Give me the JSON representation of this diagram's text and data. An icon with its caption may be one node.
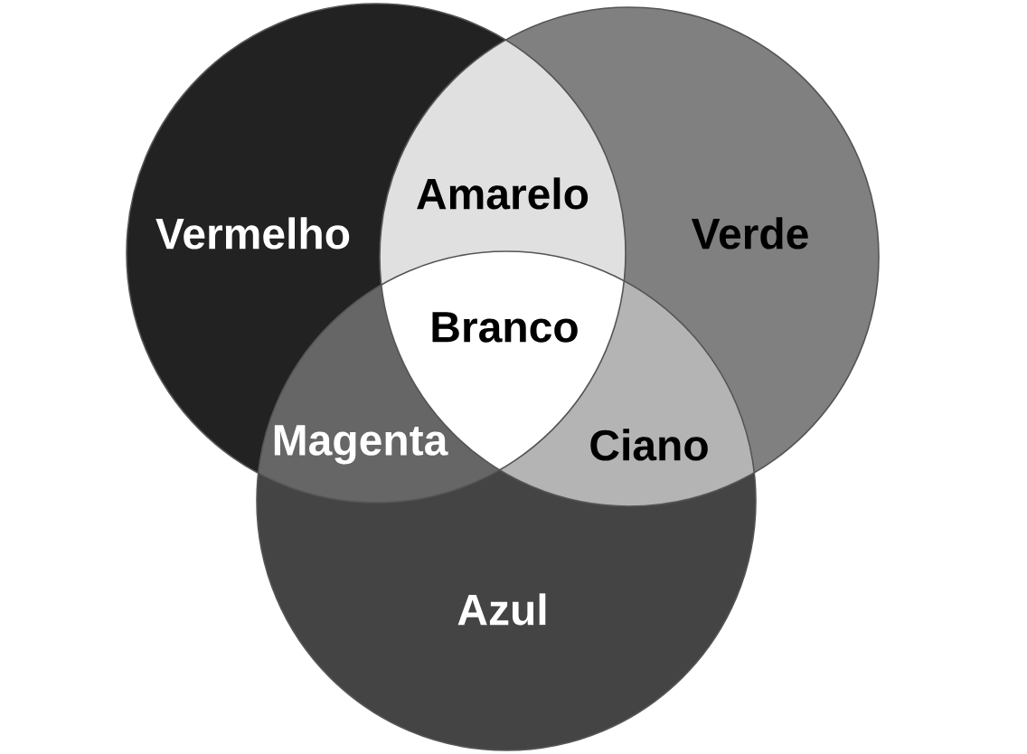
{
  "diagram": {
    "nodes": [
      {
        "text": [
          "Vermelho"
        ]
      },
      {
        "text": [
          "Verde"
        ]
      },
      {
        "text": [
          "Azul"
        ]
      }
    ],
    "labels": [
      "Amarelo",
      "Branco",
      "Magenta",
      "Ciano"
    ]
  }
}
